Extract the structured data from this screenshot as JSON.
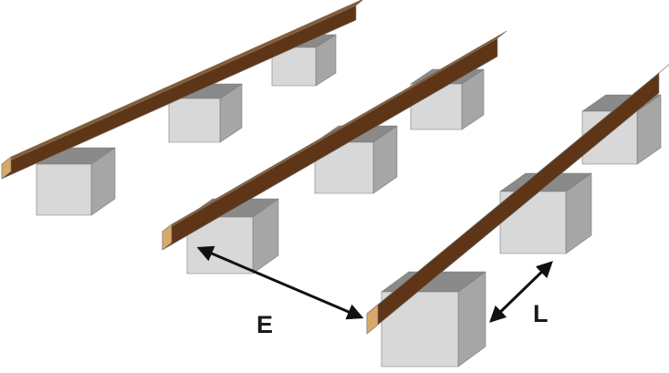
{
  "labels": {
    "e": "E",
    "l": "L"
  },
  "colors": {
    "background": "#ffffff",
    "block_front": "#d8d8d8",
    "block_top": "#8a8a8a",
    "block_right": "#a6a6a6",
    "joist_top": "#8a5a2b",
    "joist_side": "#5e3617",
    "joist_end": "#d8a86a",
    "arrow": "#111111"
  },
  "rows": [
    {
      "name": "joist-back",
      "block_count": 3
    },
    {
      "name": "joist-middle",
      "block_count": 3
    },
    {
      "name": "joist-front",
      "block_count": 3
    }
  ]
}
